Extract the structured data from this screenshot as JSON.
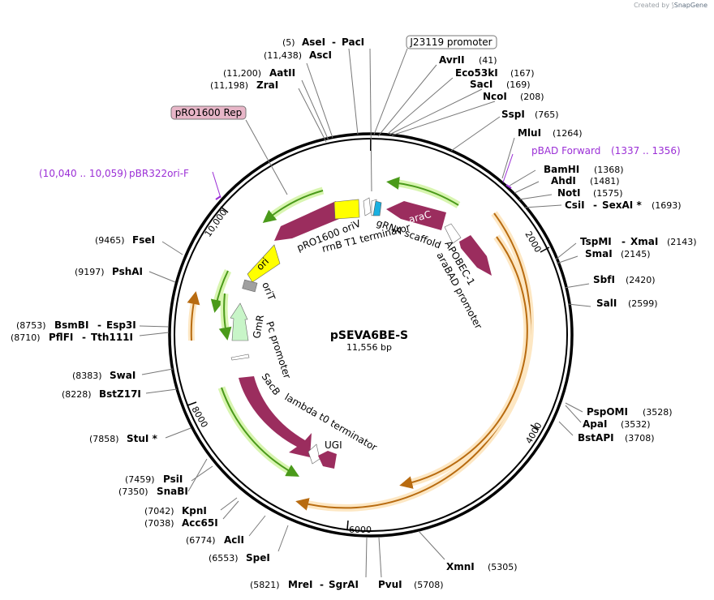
{
  "credit": {
    "text": "Created by",
    "brand": "SnapGene"
  },
  "plasmid": {
    "name": "pSEVA6BE-S",
    "size_text": "11,556 bp",
    "length": 11556
  },
  "tick_labels": [
    "2000",
    "4000",
    "6000",
    "8000",
    "10,000"
  ],
  "sites": [
    {
      "name": "AseI",
      "name2": "PacI",
      "pos_text": "(5)",
      "pos": 5,
      "side": "left"
    },
    {
      "name": "AscI",
      "pos_text": "(11,438)",
      "pos": 11438,
      "side": "left"
    },
    {
      "name": "AatII",
      "pos_text": "(11,200)",
      "pos": 11200,
      "side": "left"
    },
    {
      "name": "ZraI",
      "pos_text": "(11,198)",
      "pos": 11198,
      "side": "left"
    },
    {
      "name": "AvrII",
      "pos_text": "(41)",
      "pos": 41,
      "side": "right"
    },
    {
      "name": "Eco53kI",
      "pos_text": "(167)",
      "pos": 167,
      "side": "right"
    },
    {
      "name": "SacI",
      "pos_text": "(169)",
      "pos": 169,
      "side": "right"
    },
    {
      "name": "NcoI",
      "pos_text": "(208)",
      "pos": 208,
      "side": "right"
    },
    {
      "name": "SspI",
      "pos_text": "(765)",
      "pos": 765,
      "side": "right"
    },
    {
      "name": "MluI",
      "pos_text": "(1264)",
      "pos": 1264,
      "side": "right"
    },
    {
      "name": "BamHI",
      "pos_text": "(1368)",
      "pos": 1368,
      "side": "right"
    },
    {
      "name": "AhdI",
      "pos_text": "(1481)",
      "pos": 1481,
      "side": "right"
    },
    {
      "name": "NotI",
      "pos_text": "(1575)",
      "pos": 1575,
      "side": "right"
    },
    {
      "name": "CsiI",
      "name2": "SexAI *",
      "pos_text": "(1693)",
      "pos": 1693,
      "side": "right"
    },
    {
      "name": "TspMI",
      "name2": "XmaI",
      "pos_text": "(2143)",
      "pos": 2143,
      "side": "right"
    },
    {
      "name": "SmaI",
      "pos_text": "(2145)",
      "pos": 2145,
      "side": "right"
    },
    {
      "name": "SbfI",
      "pos_text": "(2420)",
      "pos": 2420,
      "side": "right"
    },
    {
      "name": "SalI",
      "pos_text": "(2599)",
      "pos": 2599,
      "side": "right"
    },
    {
      "name": "PspOMI",
      "pos_text": "(3528)",
      "pos": 3528,
      "side": "right"
    },
    {
      "name": "ApaI",
      "pos_text": "(3532)",
      "pos": 3532,
      "side": "right"
    },
    {
      "name": "BstAPI",
      "pos_text": "(3708)",
      "pos": 3708,
      "side": "right"
    },
    {
      "name": "XmnI",
      "pos_text": "(5305)",
      "pos": 5305,
      "side": "right"
    },
    {
      "name": "PvuI",
      "pos_text": "(5708)",
      "pos": 5708,
      "side": "right"
    },
    {
      "name": "MreI",
      "name2": "SgrAI",
      "pos_text": "(5821)",
      "pos": 5821,
      "side": "left"
    },
    {
      "name": "SpeI",
      "pos_text": "(6553)",
      "pos": 6553,
      "side": "left"
    },
    {
      "name": "AclI",
      "pos_text": "(6774)",
      "pos": 6774,
      "side": "left"
    },
    {
      "name": "KpnI",
      "pos_text": "(7042)",
      "pos": 7042,
      "side": "left"
    },
    {
      "name": "Acc65I",
      "pos_text": "(7038)",
      "pos": 7038,
      "side": "left"
    },
    {
      "name": "PsiI",
      "pos_text": "(7459)",
      "pos": 7459,
      "side": "left"
    },
    {
      "name": "SnaBI",
      "pos_text": "(7350)",
      "pos": 7350,
      "side": "left"
    },
    {
      "name": "StuI *",
      "pos_text": "(7858)",
      "pos": 7858,
      "side": "left"
    },
    {
      "name": "BstZ17I",
      "pos_text": "(8228)",
      "pos": 8228,
      "side": "left"
    },
    {
      "name": "SwaI",
      "pos_text": "(8383)",
      "pos": 8383,
      "side": "left"
    },
    {
      "name": "BsmBI",
      "name2": "Esp3I",
      "pos_text": "(8753)",
      "pos": 8753,
      "side": "left"
    },
    {
      "name": "PflFI",
      "name2": "Tth111I",
      "pos_text": "(8710)",
      "pos": 8710,
      "side": "left"
    },
    {
      "name": "PshAI",
      "pos_text": "(9197)",
      "pos": 9197,
      "side": "left"
    },
    {
      "name": "FseI",
      "pos_text": "(9465)",
      "pos": 9465,
      "side": "left"
    }
  ],
  "boxed_labels": [
    {
      "text": "J23119 promoter",
      "color": "#ffffff"
    },
    {
      "text": "pRO1600 Rep",
      "color": "#e8b6c8"
    }
  ],
  "primers": [
    {
      "name": "pBAD Forward",
      "range": "(1337 .. 1356)"
    },
    {
      "name": "pBR322ori-F",
      "range": "(10,040 .. 10,059)"
    }
  ],
  "features": [
    {
      "name": "araC",
      "color": "#9b2d5e"
    },
    {
      "name": "APOBEC-1",
      "color": "#9b2d5e"
    },
    {
      "name": "araBAD promoter",
      "color": "#ffffff"
    },
    {
      "name": "gRNA scaffold",
      "color": "#ffffff"
    },
    {
      "name": "pRO1600 oriV",
      "color": "#ffff00"
    },
    {
      "name": "rrnB T1 terminator",
      "color": "#ffffff"
    },
    {
      "name": "ori",
      "color": "#ffff00"
    },
    {
      "name": "oriT",
      "color": "#a0a0a0"
    },
    {
      "name": "GmR",
      "color": "#c8f5c8"
    },
    {
      "name": "Pc promoter",
      "color": "#ffffff"
    },
    {
      "name": "SacB",
      "color": "#9b2d5e"
    },
    {
      "name": "lambda t0 terminator",
      "color": "#ffffff"
    },
    {
      "name": "UGI",
      "color": "#9b2d5e"
    }
  ],
  "colors": {
    "backbone": "#000000",
    "orange_ring": "#f0a830",
    "green_arrow": "#4a9a1a",
    "green_halo": "#d8f5b0",
    "feature_maroon": "#9b2d5e",
    "feature_yellow": "#ffff00",
    "feature_cyan": "#1ab0e0",
    "primer_purple": "#9b2fd6"
  }
}
